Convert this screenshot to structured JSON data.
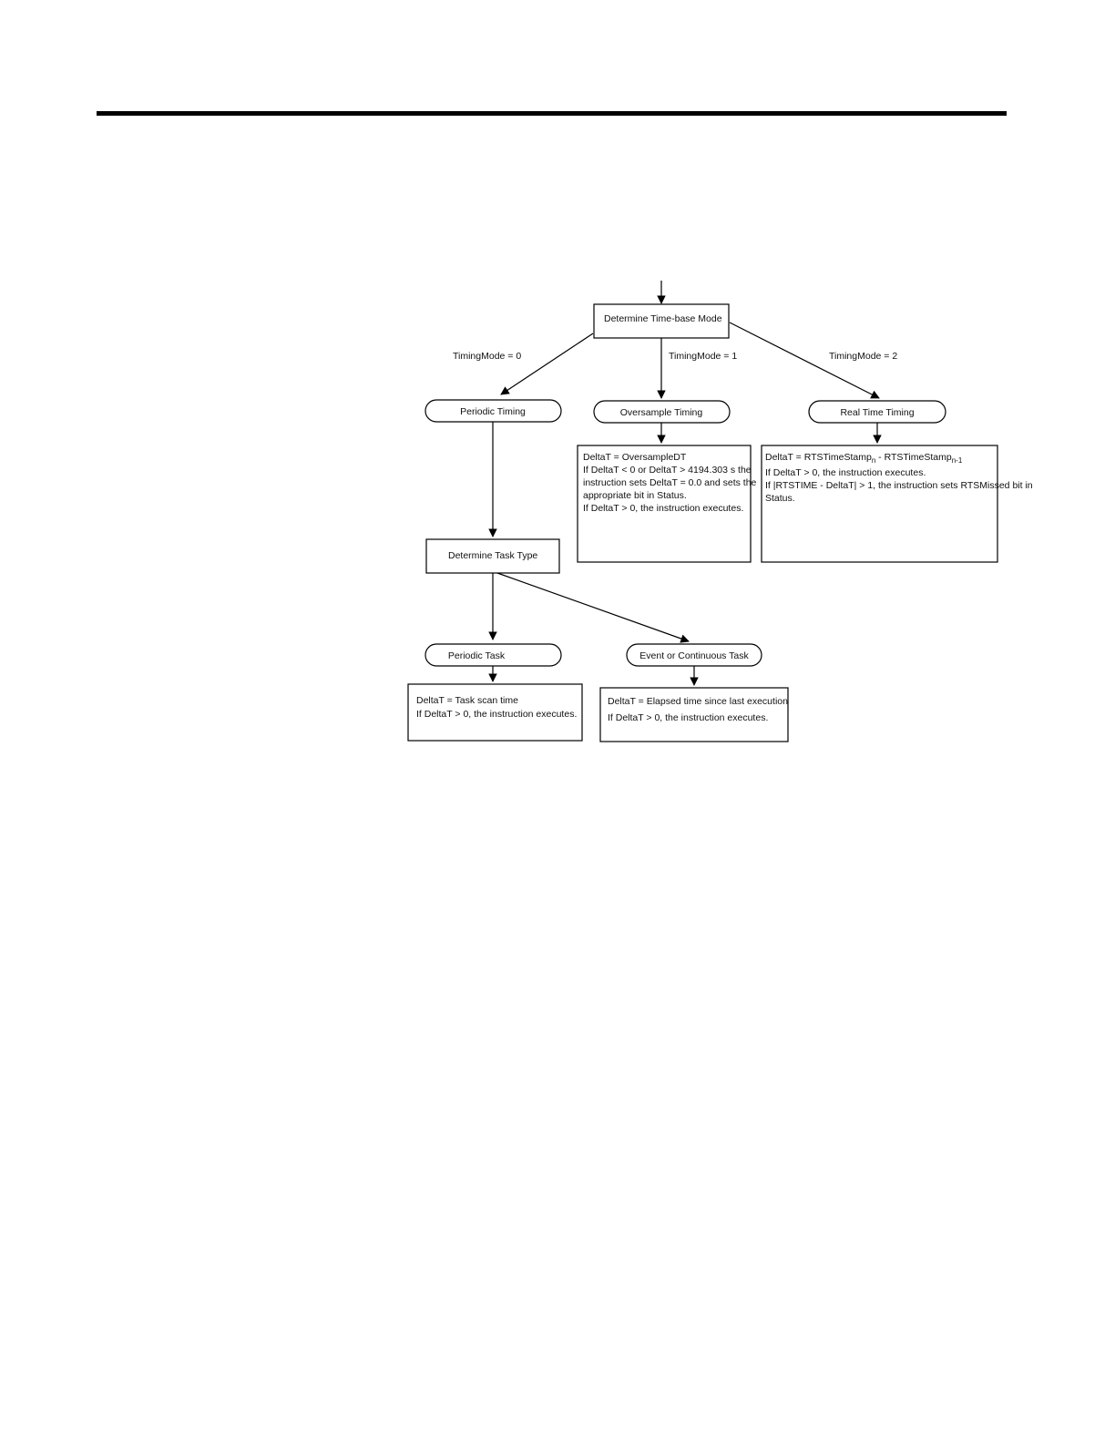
{
  "nodes": {
    "determine_timebase": {
      "label": "Determine Time-base Mode"
    },
    "periodic_timing": {
      "label": "Periodic Timing"
    },
    "oversample_timing": {
      "label": "Oversample Timing"
    },
    "real_time_timing": {
      "label": "Real Time Timing"
    },
    "determine_task_type": {
      "label": "Determine Task Type"
    },
    "periodic_task": {
      "label": "Periodic Task"
    },
    "event_continuous_task": {
      "label": "Event or Continuous Task"
    }
  },
  "edge_labels": {
    "mode0": "TimingMode = 0",
    "mode1": "TimingMode = 1",
    "mode2": "TimingMode = 2"
  },
  "detail_boxes": {
    "oversample": [
      "DeltaT = OversampleDT",
      "If DeltaT < 0 or DeltaT > 4194.303 s the",
      "instruction sets DeltaT = 0.0 and sets the",
      "appropriate bit in Status.",
      "If DeltaT > 0, the instruction executes."
    ],
    "realtime": {
      "line1_prefix": "DeltaT = RTSTimeStamp",
      "line1_sub1": "n",
      "line1_mid": " - RTSTimeStamp",
      "line1_sub2": "n-1",
      "lines": [
        "If DeltaT > 0, the instruction executes.",
        "If |RTSTIME - DeltaT| > 1, the instruction sets RTSMissed bit in",
        "Status."
      ]
    },
    "periodic_task": [
      "DeltaT = Task scan time",
      "If DeltaT > 0, the instruction executes."
    ],
    "event_task": [
      "DeltaT = Elapsed time since last execution",
      "If DeltaT > 0, the instruction executes."
    ]
  }
}
